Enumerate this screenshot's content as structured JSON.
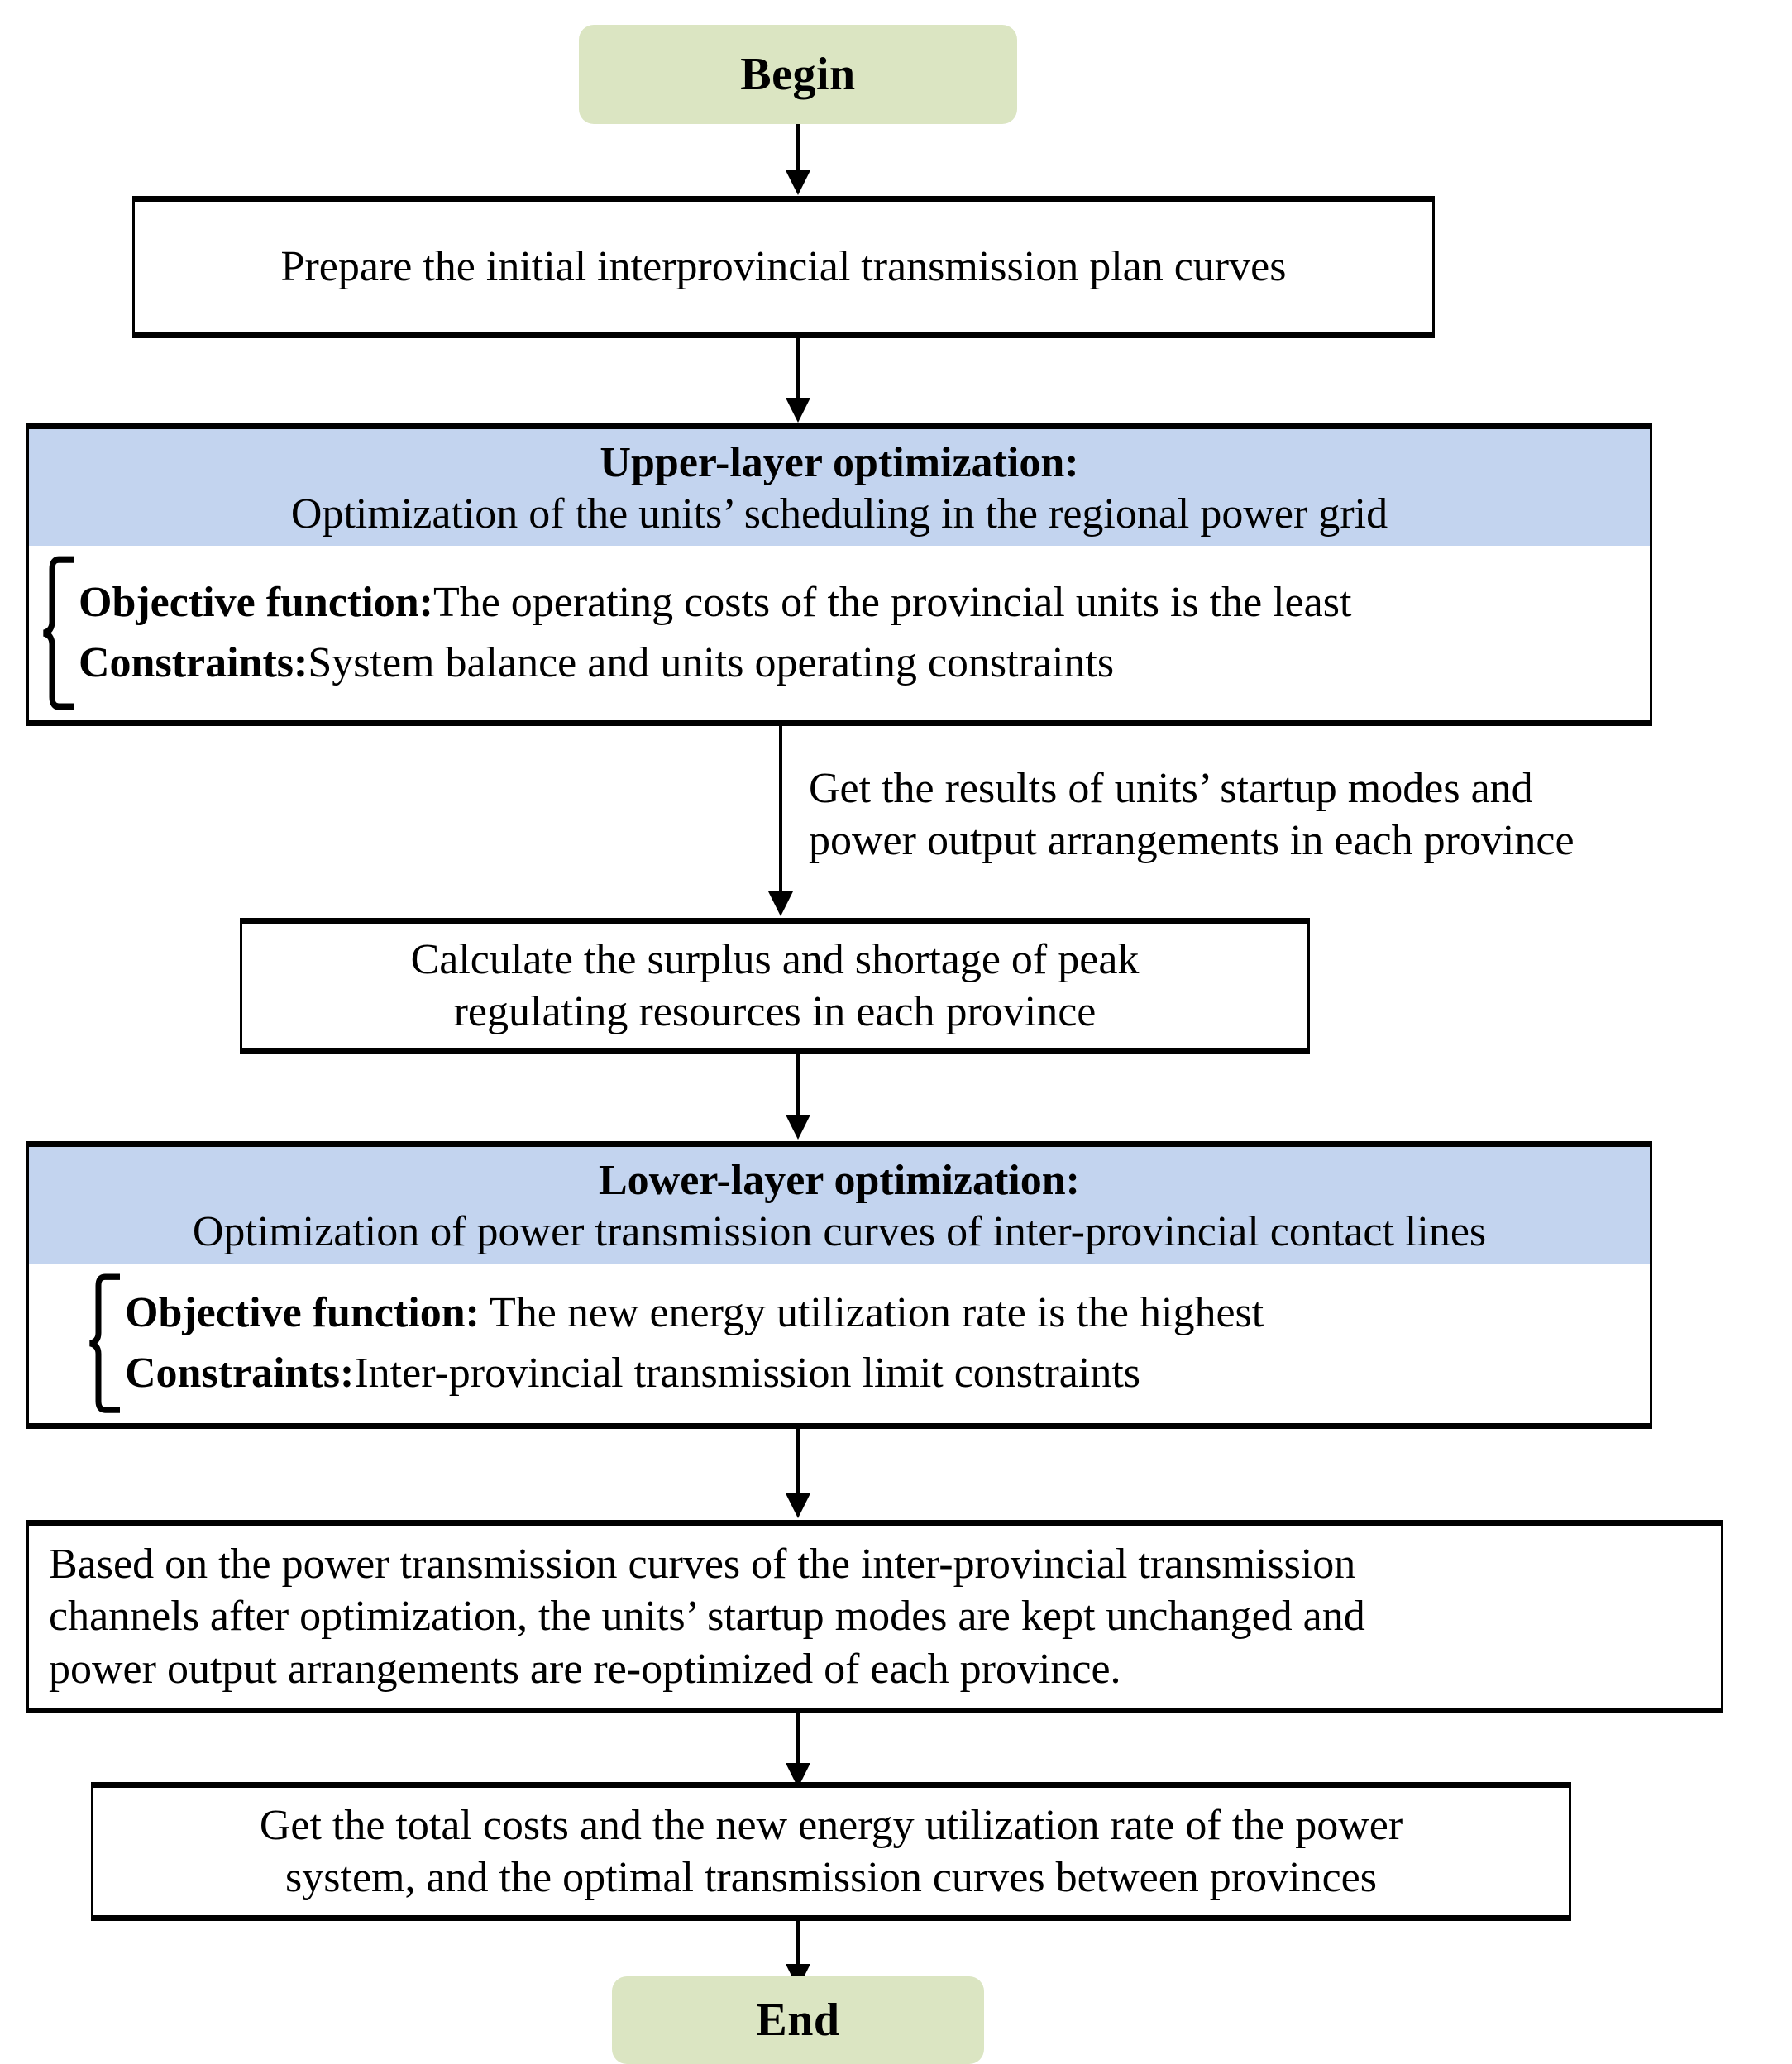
{
  "diagram": {
    "title": "Bi-level optimization flowchart for inter-provincial power transmission scheduling",
    "colors": {
      "terminator_fill": "#dbe5c2",
      "optimization_header_fill": "#c3d4ef",
      "process_fill": "#ffffff",
      "stroke": "#000000"
    },
    "nodes": {
      "begin": {
        "label": "Begin",
        "shape": "terminator"
      },
      "prepare": {
        "shape": "process",
        "lines": [
          "Prepare the initial interprovincial transmission plan curves"
        ]
      },
      "upper": {
        "shape": "two-tone-process",
        "header_title": "Upper-layer optimization:",
        "header_subtitle": "Optimization of the units’ scheduling in the regional power grid",
        "items": [
          {
            "label": "Objective function:",
            "text": "The operating costs of the provincial units is the least"
          },
          {
            "label": "Constraints:",
            "text": "System balance and units operating constraints"
          }
        ]
      },
      "calculate": {
        "shape": "process",
        "lines": [
          "Calculate the surplus and shortage of peak",
          "regulating resources in each province"
        ]
      },
      "lower": {
        "shape": "two-tone-process",
        "header_title": "Lower-layer optimization:",
        "header_subtitle": "Optimization of power transmission curves of inter-provincial contact lines",
        "items": [
          {
            "label": "Objective function:",
            "text": " The new energy utilization rate is the highest"
          },
          {
            "label": "Constraints:",
            "text": "Inter-provincial transmission limit constraints"
          }
        ]
      },
      "reoptimize": {
        "shape": "process",
        "lines": [
          "Based on the power transmission curves of the inter-provincial transmission",
          "channels after optimization, the units’ startup modes are kept unchanged and",
          "power output arrangements are re-optimized of each province."
        ]
      },
      "results": {
        "shape": "process",
        "lines": [
          "Get the total costs and the new energy utilization rate of the power",
          "system, and the optimal transmission curves between provinces"
        ]
      },
      "end": {
        "label": "End",
        "shape": "terminator"
      }
    },
    "edges": {
      "begin_to_prepare": {
        "label": ""
      },
      "prepare_to_upper": {
        "label": ""
      },
      "upper_to_calculate": {
        "label_lines": [
          "Get the results of units’ startup modes and",
          "power output arrangements in each province"
        ]
      },
      "calculate_to_lower": {
        "label": ""
      },
      "lower_to_reoptimize": {
        "label": ""
      },
      "reoptimize_to_results": {
        "label": ""
      },
      "results_to_end": {
        "label": ""
      }
    }
  }
}
